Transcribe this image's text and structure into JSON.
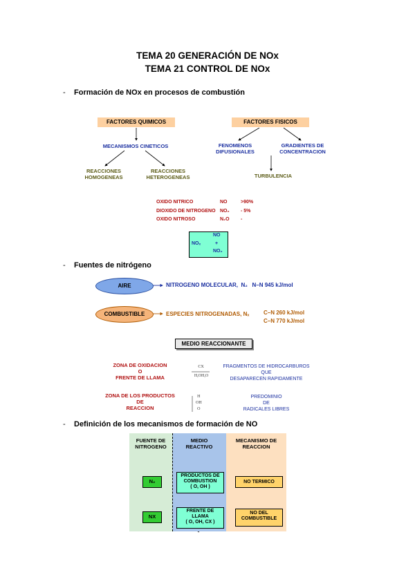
{
  "titles": [
    "TEMA 20 GENERACIÓN DE NOx",
    "TEMA 21 CONTROL DE NOx"
  ],
  "sections": [
    "Formación de NOx en procesos de combustión",
    "Fuentes de nitrógeno",
    "Definición de los mecanismos de formación de NO"
  ],
  "bullet_mark": "-",
  "factors": {
    "chemical": "FACTORES QUIMICOS",
    "physical": "FACTORES FISICOS",
    "kinetic": "MECANISMOS CINETICOS",
    "homogeneous": [
      "REACCIONES",
      "HOMOGENEAS"
    ],
    "heterogeneous": [
      "REACCIONES",
      "HETEROGENEAS"
    ],
    "diffusional": [
      "FENOMENOS",
      "DIFUSIONALES"
    ],
    "gradients": [
      "GRADIENTES DE",
      "CONCENTRACION"
    ],
    "turbulence": "TURBULENCIA"
  },
  "oxides": [
    {
      "name": "OXIDO NITRICO",
      "formula": "NO",
      "share": ">90%"
    },
    {
      "name": "DIOXIDO DE NITROGENO",
      "formula": "NO₂",
      "share": "- 5%"
    },
    {
      "name": "OXIDO NITROSO",
      "formula": "N₂O",
      "share": "-"
    }
  ],
  "nox_box": {
    "left": "NOₓ",
    "top": "NO",
    "plus": "+",
    "bottom": "NO₂"
  },
  "sources": [
    {
      "name": "AIRE",
      "species": "NITROGENO MOLECULAR,",
      "formula": "N₂",
      "bonds": [
        "N–N  945 kJ/mol"
      ]
    },
    {
      "name": "COMBUSTIBLE",
      "species": "ESPECIES NITROGENADAS, Nₓ",
      "formula": "",
      "bonds": [
        "C–N   260 kJ/mol",
        "C–N   770 kJ/mol"
      ]
    }
  ],
  "medium": {
    "title": "MEDIO REACCIONANTE",
    "zone1": [
      "ZONA DE OXIDACION",
      "O",
      "FRENTE DE LLAMA"
    ],
    "zone1_species": [
      "CX",
      "H,OH,O"
    ],
    "zone1_desc": [
      "FRAGMENTOS DE HIDROCARBUROS",
      "QUE",
      "DESAPARECEN RAPIDAMENTE"
    ],
    "zone2": [
      "ZONA DE LOS PRODUCTOS",
      "DE",
      "REACCION"
    ],
    "zone2_species": [
      "H",
      "OH",
      "O"
    ],
    "zone2_desc": [
      "PREDOMINIO",
      "DE",
      "RADICALES LIBRES"
    ]
  },
  "mechanism_table": {
    "headers": [
      [
        "FUENTE DE",
        "NITROGENO"
      ],
      [
        "MEDIO",
        "REACTIVO"
      ],
      [
        "MECANISMO DE",
        "REACCION"
      ]
    ],
    "sources": [
      "N₂",
      "NX"
    ],
    "media": [
      [
        "PRODUCTOS DE",
        "COMBUSTION",
        "( O, OH )"
      ],
      [
        "FRENTE DE",
        "LLAMA",
        "( O, OH, CX )"
      ]
    ],
    "mechanisms": [
      [
        "NO TERMICO"
      ],
      [
        "NO DEL",
        "COMBUSTIBLE"
      ]
    ]
  },
  "colors": {
    "factor_box": "#fdd0a0",
    "blue_text": "#1a2fa0",
    "olive_text": "#5a5a14",
    "red_text": "#b01010",
    "brown_text": "#b05a00",
    "aire_ellipse": "#7fa7e8",
    "fuel_ellipse": "#f5b47a",
    "col1_bg": "#d6ecd6",
    "col2_bg": "#a8c4ea",
    "col3_bg": "#fde0c0",
    "green_box": "#7fffd4",
    "orange_box": "#ffd36a"
  }
}
